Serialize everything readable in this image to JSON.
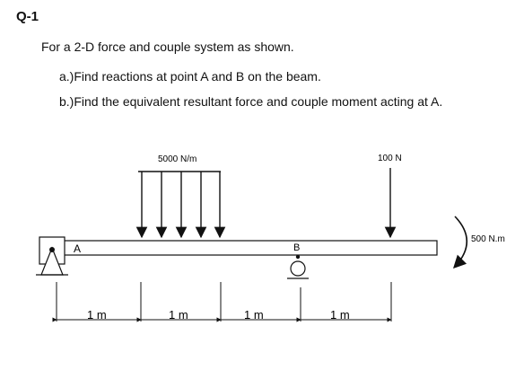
{
  "question": {
    "number": "Q-1",
    "intro": "For a 2-D force and couple system as shown.",
    "part_a": "a.)Find reactions at point A and B on the beam.",
    "part_b": "b.)Find the equivalent resultant force and couple moment acting at A."
  },
  "figure": {
    "distributed_load_label": "5000 N/m",
    "point_force_label": "100 N",
    "moment_label": "500 N.m",
    "support_a_label": "A",
    "support_b_label": "B",
    "dimensions": [
      "1 m",
      "1 m",
      "1 m",
      "1 m"
    ],
    "stroke_color": "#111111"
  }
}
